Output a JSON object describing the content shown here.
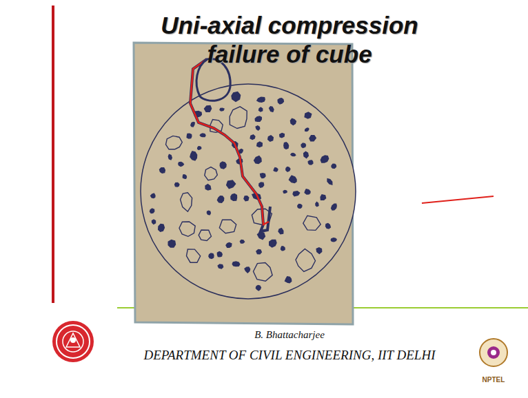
{
  "diagram": {
    "title": "Uni-axial compression failure of cube",
    "labels": [
      "B. Bhattacharjee",
      "DEPARTMENT OF CIVIL ENGINEERING, IIT DELHI",
      "NPTEL"
    ]
  }
}
